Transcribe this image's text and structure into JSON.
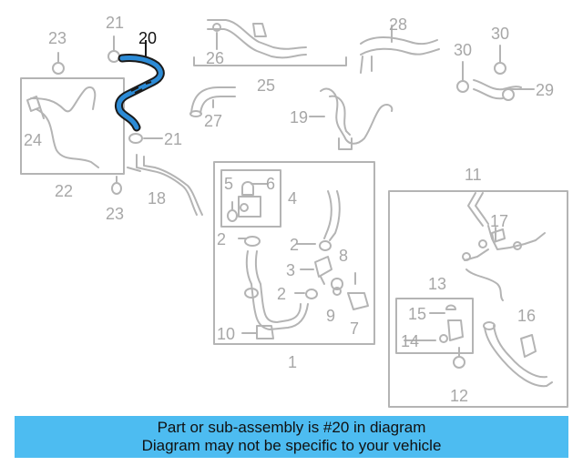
{
  "diagram": {
    "highlight_part": "20",
    "colors": {
      "line": "#b4b4b4",
      "highlight_fill": "#2c8bd6",
      "highlight_stroke": "#1a1a1a",
      "label": "#a7a7a7",
      "banner_bg": "#4dbcf1"
    },
    "callouts": {
      "n1": "1",
      "n2a": "2",
      "n2b": "2",
      "n2c": "2",
      "n3": "3",
      "n4": "4",
      "n5": "5",
      "n6": "6",
      "n7": "7",
      "n8": "8",
      "n9": "9",
      "n10": "10",
      "n11": "11",
      "n12": "12",
      "n13": "13",
      "n14": "14",
      "n15": "15",
      "n16": "16",
      "n17": "17",
      "n18": "18",
      "n19": "19",
      "n20": "20",
      "n21a": "21",
      "n21b": "21",
      "n22": "22",
      "n23a": "23",
      "n23b": "23",
      "n24": "24",
      "n25": "25",
      "n26": "26",
      "n27": "27",
      "n28": "28",
      "n29": "29",
      "n30a": "30",
      "n30b": "30"
    }
  },
  "banner": {
    "line1": "Part or sub-assembly is #20 in diagram",
    "line2": "Diagram may not be specific to your vehicle"
  }
}
